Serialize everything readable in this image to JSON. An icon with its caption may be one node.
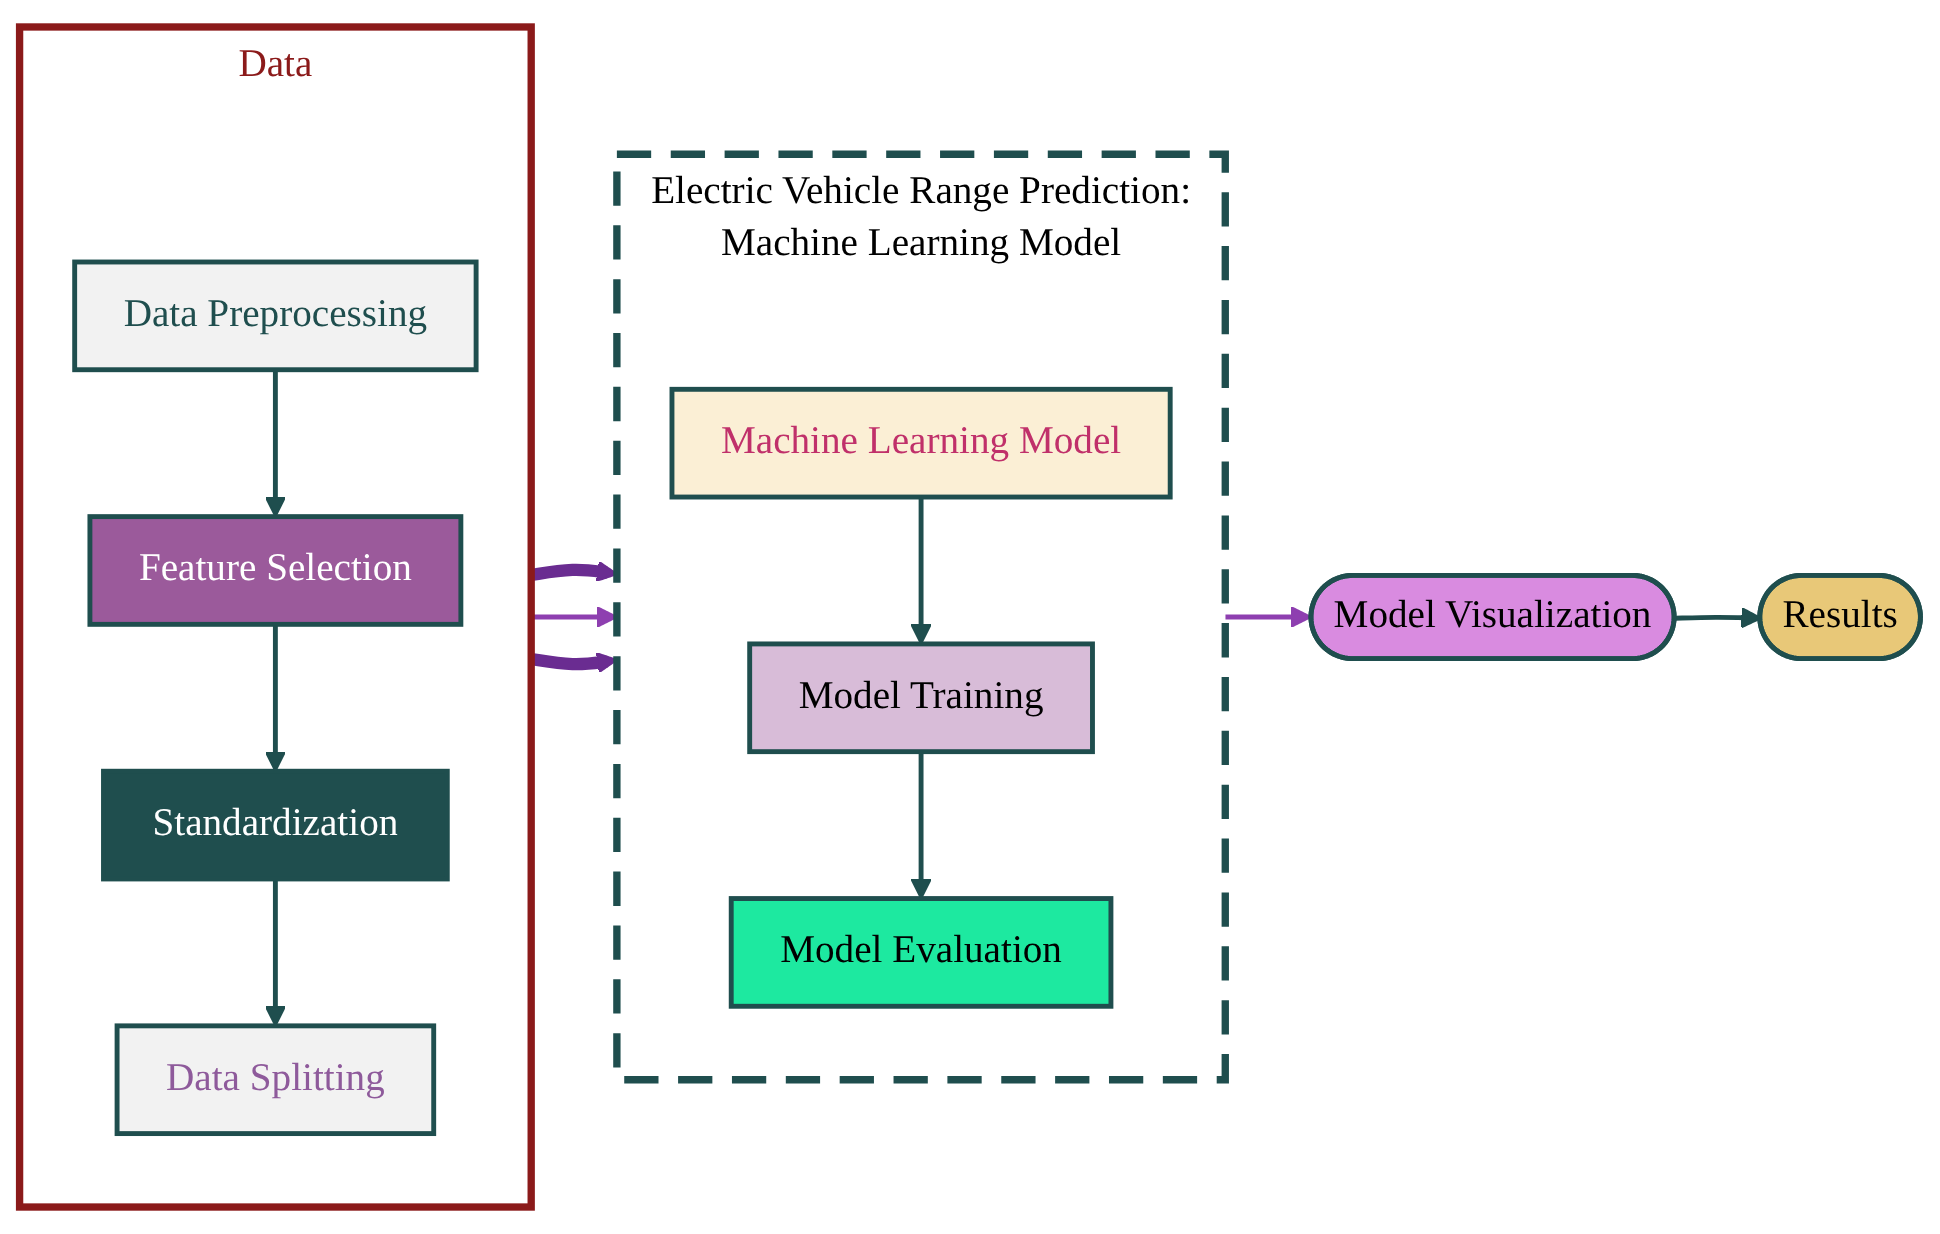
{
  "diagram": {
    "nodes": [
      {
        "text": [
          "Data"
        ]
      },
      {
        "text": [
          "Data Preprocessing"
        ],
        "in": 0
      },
      {
        "text": [
          "Feature Selection"
        ],
        "in": 0
      },
      {
        "text": [
          "Standardization"
        ],
        "in": 0
      },
      {
        "text": [
          "Data Splitting"
        ],
        "in": 0
      },
      {
        "text": [
          "Electric Vehicle Range Prediction: Machine Learning Model"
        ]
      },
      {
        "text": [
          "Machine Learning Model"
        ],
        "in": 5
      },
      {
        "text": [
          "Model Training"
        ],
        "in": 5
      },
      {
        "text": [
          "Model Evaluation"
        ],
        "in": 5
      },
      {
        "text": [
          "Model Visualization"
        ]
      },
      {
        "text": [
          "Results"
        ]
      }
    ],
    "edges": [
      {
        "from": 1,
        "to": 2,
        "arrow": "to"
      },
      {
        "from": 2,
        "to": 3,
        "arrow": "to"
      },
      {
        "from": 3,
        "to": 4,
        "arrow": "to"
      },
      {
        "from": 0,
        "to": 5,
        "arrow": "to",
        "style": "thick",
        "color": "#6a2c91"
      },
      {
        "from": 0,
        "to": 5,
        "arrow": "to",
        "color": "#8e3fb0"
      },
      {
        "from": 0,
        "to": 5,
        "arrow": "to",
        "style": "thick",
        "color": "#6a2c91"
      },
      {
        "from": 6,
        "to": 7,
        "arrow": "to"
      },
      {
        "from": 7,
        "to": 8,
        "arrow": "to"
      },
      {
        "from": 5,
        "to": 9,
        "arrow": "to",
        "color": "#8e3fb0"
      },
      {
        "from": 9,
        "to": 10,
        "arrow": "to"
      }
    ]
  }
}
